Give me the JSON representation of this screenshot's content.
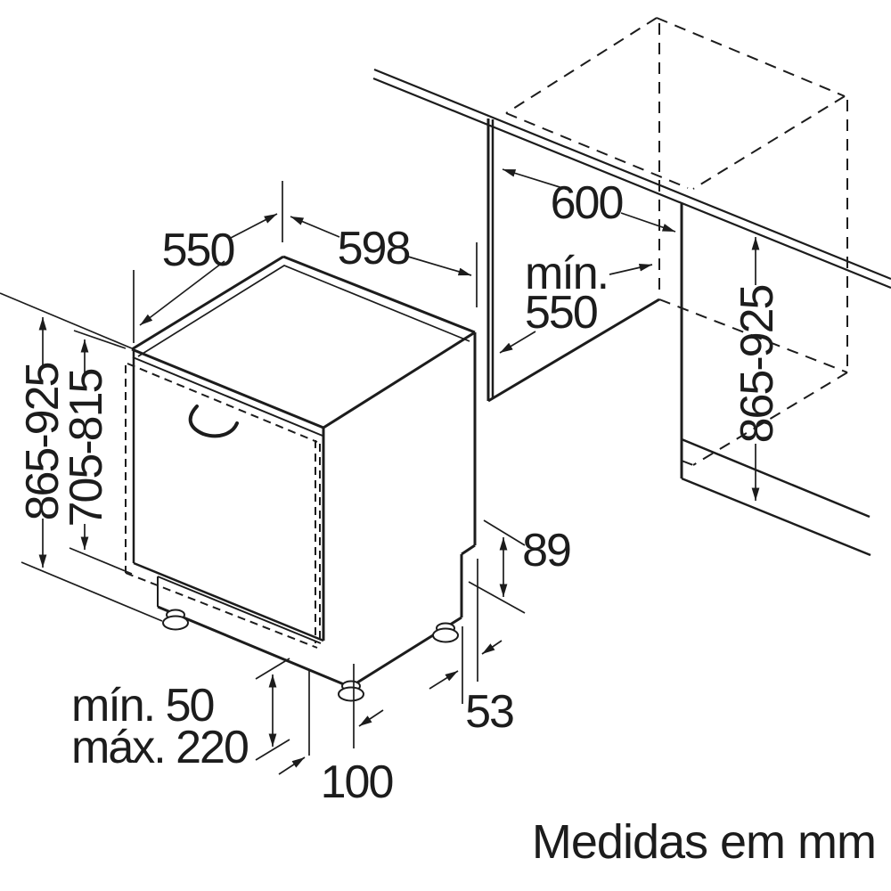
{
  "labels": {
    "top_depth": "550",
    "top_width": "598",
    "niche_width": "600",
    "niche_depth_line1": "mín.",
    "niche_depth_line2": "550",
    "niche_height_right": "865-925",
    "appliance_height_left": "865-925",
    "door_panel_height": "705-815",
    "rear_step_height": "89",
    "rear_foot_setback": "53",
    "plinth_min": "mín. 50",
    "plinth_max": "máx. 220",
    "front_foot_setback": "100",
    "units_note": "Medidas em mm"
  },
  "colors": {
    "line": "#1c1c1c",
    "background": "#ffffff"
  }
}
